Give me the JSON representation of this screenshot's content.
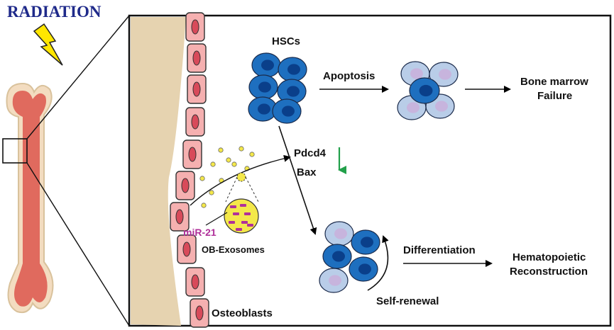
{
  "title": "RADIATION",
  "labels": {
    "hscs": "HSCs",
    "apoptosis": "Apoptosis",
    "bone_marrow": "Bone marrow",
    "failure": "Failure",
    "pdcd4": "Pdcd4",
    "bax": "Bax",
    "mir21": "miR-21",
    "ob_exosomes": "OB-Exosomes",
    "differentiation": "Differentiation",
    "hematopoietic": "Hematopoietic",
    "reconstruction": "Reconstruction",
    "self_renewal": "Self-renewal",
    "osteoblasts": "Osteoblasts"
  },
  "colors": {
    "title": "#1f2a8a",
    "bolt": "#ffe600",
    "bone_outer": "#f3dcc0",
    "bone_marrow": "#e06a5e",
    "bone_wall": "#e6d3b0",
    "osteoblast_fill": "#f5b0b0",
    "osteoblast_nucleus": "#d84a5a",
    "hsc_fill": "#1e6fbf",
    "hsc_nucleus": "#0a3f8a",
    "hsc_faded": "#b9cde8",
    "hsc_faded_nucleus": "#c7b4dd",
    "exosome": "#f4e84a",
    "mirna": "#b0309a",
    "down_arrow": "#22a04a"
  }
}
